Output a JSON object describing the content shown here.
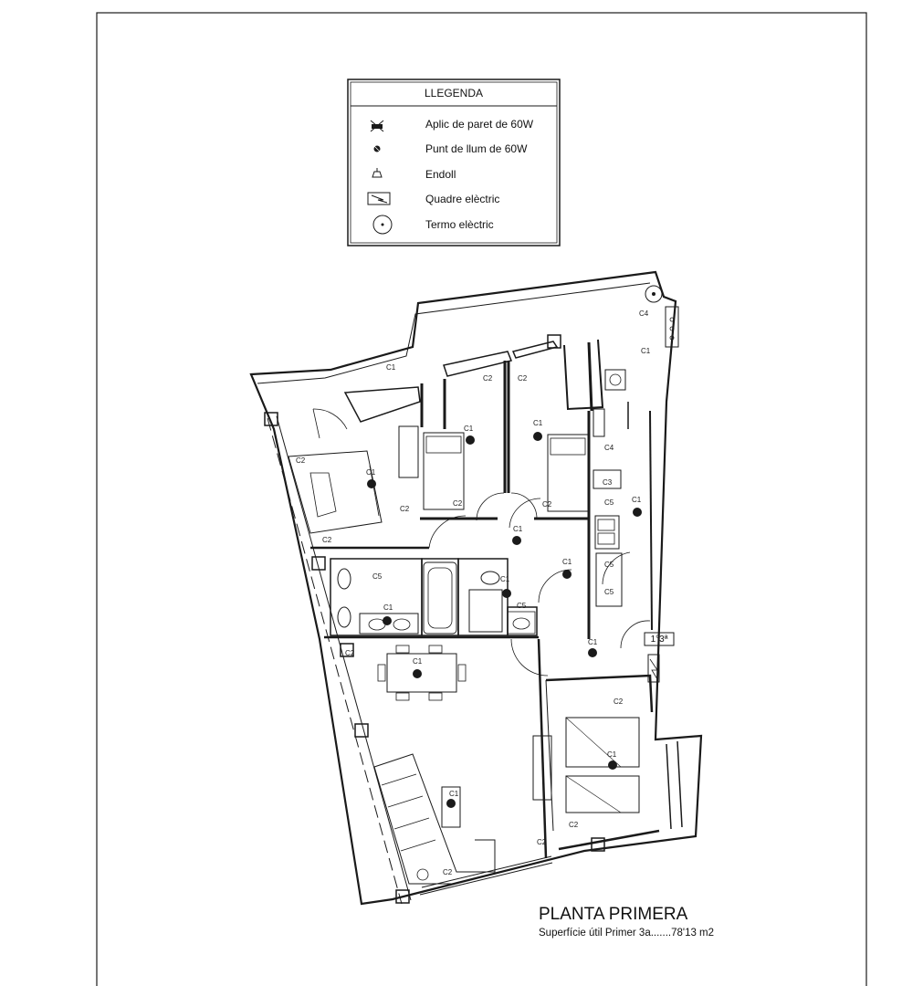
{
  "legend": {
    "title": "LLEGENDA",
    "items": [
      {
        "icon": "wall-light-icon",
        "label": "Aplic de paret de 60W"
      },
      {
        "icon": "ceiling-light-icon",
        "label": "Punt de llum de 60W"
      },
      {
        "icon": "socket-icon",
        "label": "Endoll"
      },
      {
        "icon": "electric-panel-icon",
        "label": "Quadre elèctric"
      },
      {
        "icon": "water-heater-icon",
        "label": "Termo elèctric"
      }
    ]
  },
  "plan": {
    "title": "PLANTA PRIMERA",
    "subtitle": "Superfície útil Primer 3a.......78'13 m2",
    "level_label": "1°3ª",
    "circuit_labels": [
      "C1",
      "C2",
      "C3",
      "C4",
      "C5"
    ]
  },
  "colors": {
    "line": "#1a1a1a",
    "paper": "#ffffff"
  }
}
